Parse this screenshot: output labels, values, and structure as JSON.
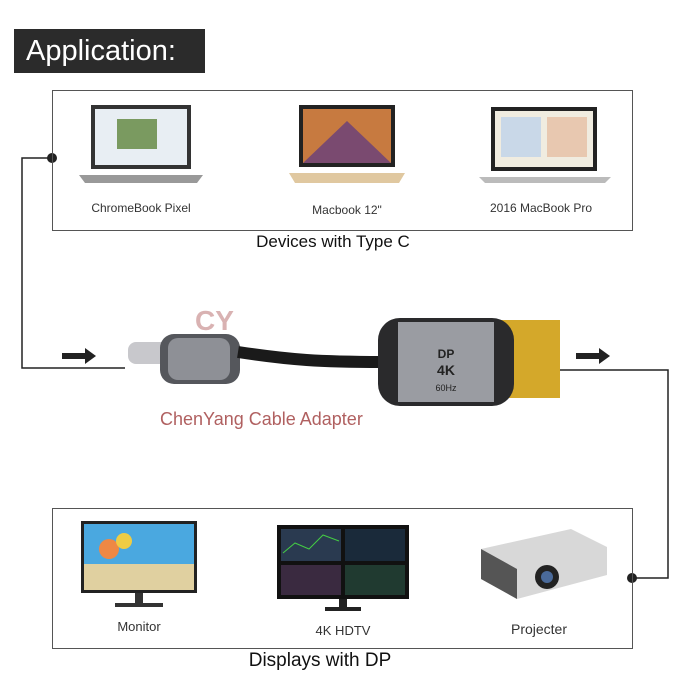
{
  "title": "Application:",
  "devices": {
    "caption": "Devices with Type C",
    "items": [
      {
        "label": "ChromeBook Pixel"
      },
      {
        "label": "Macbook 12\""
      },
      {
        "label": "2016 MacBook Pro"
      }
    ]
  },
  "displays": {
    "caption": "Displays with DP",
    "items": [
      {
        "label": "Monitor"
      },
      {
        "label": "4K HDTV"
      },
      {
        "label": "Projecter"
      }
    ]
  },
  "cable": {
    "plug_text": [
      "DP",
      "4K",
      "60Hz"
    ],
    "watermark": "ChenYang Cable Adapter",
    "watermark_logo": "CY"
  }
}
